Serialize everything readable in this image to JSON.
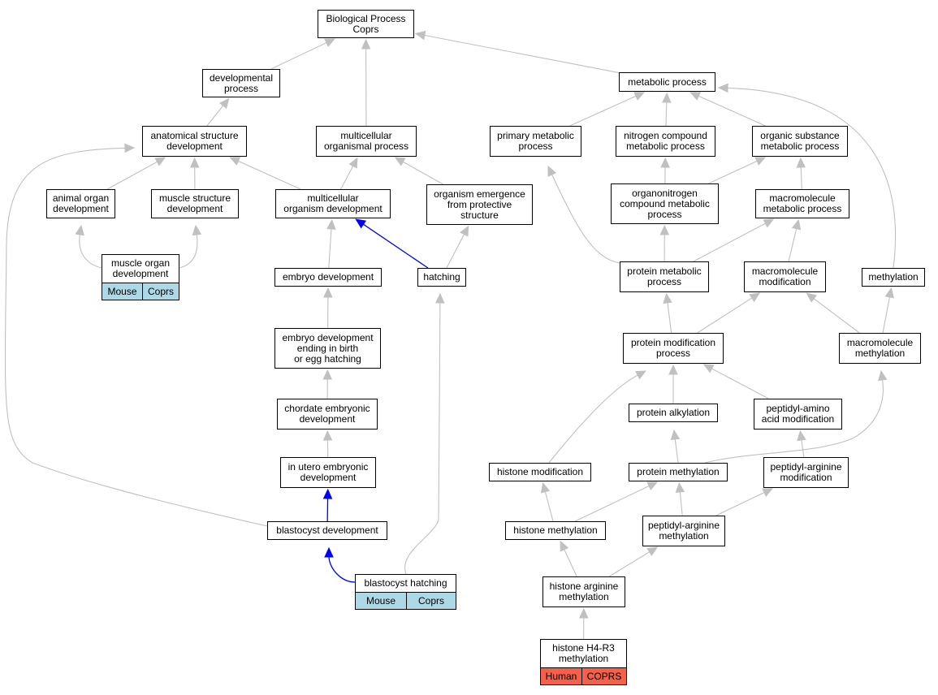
{
  "colors": {
    "edge": "#c0c0c0",
    "highlight_edge": "#0000ff",
    "mouse_tag": "#add8e6",
    "human_tag": "#f4604a"
  },
  "nodes": [
    {
      "id": "bp",
      "label": "Biological Process\nCoprs"
    },
    {
      "id": "dev",
      "label": "developmental\nprocess"
    },
    {
      "id": "met",
      "label": "metabolic process"
    },
    {
      "id": "asd",
      "label": "anatomical structure\ndevelopment"
    },
    {
      "id": "mcop",
      "label": "multicellular\norganismal process"
    },
    {
      "id": "pmp",
      "label": "primary metabolic\nprocess"
    },
    {
      "id": "ncmp",
      "label": "nitrogen compound\nmetabolic process"
    },
    {
      "id": "osmp",
      "label": "organic substance\nmetabolic process"
    },
    {
      "id": "aod",
      "label": "animal organ\ndevelopment"
    },
    {
      "id": "msd",
      "label": "muscle structure\ndevelopment"
    },
    {
      "id": "mcod",
      "label": "multicellular\norganism development"
    },
    {
      "id": "oem",
      "label": "organism emergence\nfrom protective\nstructure"
    },
    {
      "id": "oncmp",
      "label": "organonitrogen\ncompound metabolic\nprocess"
    },
    {
      "id": "mmp",
      "label": "macromolecule\nmetabolic process"
    },
    {
      "id": "mod",
      "label": "muscle organ\ndevelopment"
    },
    {
      "id": "ed",
      "label": "embryo development"
    },
    {
      "id": "hatch",
      "label": "hatching"
    },
    {
      "id": "prmp",
      "label": "protein metabolic\nprocess"
    },
    {
      "id": "mmod",
      "label": "macromolecule\nmodification"
    },
    {
      "id": "meth",
      "label": "methylation"
    },
    {
      "id": "edeb",
      "label": "embryo development\nending in birth\nor egg hatching"
    },
    {
      "id": "pmodp",
      "label": "protein modification\nprocess"
    },
    {
      "id": "mmeth",
      "label": "macromolecule\nmethylation"
    },
    {
      "id": "ced",
      "label": "chordate embryonic\ndevelopment"
    },
    {
      "id": "palk",
      "label": "protein alkylation"
    },
    {
      "id": "paam",
      "label": "peptidyl-amino\nacid modification"
    },
    {
      "id": "iued",
      "label": "in utero embryonic\ndevelopment"
    },
    {
      "id": "hmod",
      "label": "histone modification"
    },
    {
      "id": "pmeth",
      "label": "protein methylation"
    },
    {
      "id": "pargm",
      "label": "peptidyl-arginine\nmodification"
    },
    {
      "id": "bd",
      "label": "blastocyst development"
    },
    {
      "id": "hmeth",
      "label": "histone methylation"
    },
    {
      "id": "pargmeth",
      "label": "peptidyl-arginine\nmethylation"
    },
    {
      "id": "bh",
      "label": "blastocyst hatching"
    },
    {
      "id": "hameth",
      "label": "histone arginine\nmethylation"
    },
    {
      "id": "h4r3",
      "label": "histone H4-R3\nmethylation"
    }
  ],
  "tags": [
    {
      "id": "mod-mouse",
      "node": "mod",
      "label": "Mouse",
      "kind": "mouse"
    },
    {
      "id": "mod-coprs",
      "node": "mod",
      "label": "Coprs",
      "kind": "mouse"
    },
    {
      "id": "bh-mouse",
      "node": "bh",
      "label": "Mouse",
      "kind": "mouse"
    },
    {
      "id": "bh-coprs",
      "node": "bh",
      "label": "Coprs",
      "kind": "mouse"
    },
    {
      "id": "h4r3-human",
      "node": "h4r3",
      "label": "Human",
      "kind": "human"
    },
    {
      "id": "h4r3-coprs",
      "node": "h4r3",
      "label": "COPRS",
      "kind": "human"
    }
  ],
  "edges": [
    {
      "from": "dev",
      "to": "bp"
    },
    {
      "from": "mcop",
      "to": "bp"
    },
    {
      "from": "met",
      "to": "bp"
    },
    {
      "from": "asd",
      "to": "dev"
    },
    {
      "from": "pmp",
      "to": "met"
    },
    {
      "from": "ncmp",
      "to": "met"
    },
    {
      "from": "osmp",
      "to": "met"
    },
    {
      "from": "meth",
      "to": "met"
    },
    {
      "from": "aod",
      "to": "asd"
    },
    {
      "from": "msd",
      "to": "asd"
    },
    {
      "from": "mcod",
      "to": "asd"
    },
    {
      "from": "bd",
      "to": "asd"
    },
    {
      "from": "mcod",
      "to": "mcop"
    },
    {
      "from": "oem",
      "to": "mcop"
    },
    {
      "from": "mod",
      "to": "aod"
    },
    {
      "from": "mod",
      "to": "msd"
    },
    {
      "from": "ed",
      "to": "mcod"
    },
    {
      "from": "hatch",
      "to": "mcod",
      "highlight": true
    },
    {
      "from": "hatch",
      "to": "oem"
    },
    {
      "from": "oncmp",
      "to": "ncmp"
    },
    {
      "from": "oncmp",
      "to": "osmp"
    },
    {
      "from": "mmp",
      "to": "osmp"
    },
    {
      "from": "prmp",
      "to": "pmp"
    },
    {
      "from": "prmp",
      "to": "oncmp"
    },
    {
      "from": "prmp",
      "to": "mmp"
    },
    {
      "from": "mmod",
      "to": "mmp"
    },
    {
      "from": "pmodp",
      "to": "prmp"
    },
    {
      "from": "pmodp",
      "to": "mmod"
    },
    {
      "from": "mmeth",
      "to": "mmod"
    },
    {
      "from": "mmeth",
      "to": "meth"
    },
    {
      "from": "edeb",
      "to": "ed"
    },
    {
      "from": "ced",
      "to": "edeb"
    },
    {
      "from": "iued",
      "to": "ced"
    },
    {
      "from": "bd",
      "to": "iued",
      "highlight": true
    },
    {
      "from": "bh",
      "to": "bd",
      "highlight": true
    },
    {
      "from": "bh",
      "to": "hatch"
    },
    {
      "from": "hmod",
      "to": "pmodp"
    },
    {
      "from": "palk",
      "to": "pmodp"
    },
    {
      "from": "paam",
      "to": "pmodp"
    },
    {
      "from": "pmeth",
      "to": "palk"
    },
    {
      "from": "pmeth",
      "to": "mmeth"
    },
    {
      "from": "pargm",
      "to": "paam"
    },
    {
      "from": "hmeth",
      "to": "hmod"
    },
    {
      "from": "hmeth",
      "to": "pmeth"
    },
    {
      "from": "pargmeth",
      "to": "pmeth"
    },
    {
      "from": "pargmeth",
      "to": "pargm"
    },
    {
      "from": "hameth",
      "to": "hmeth"
    },
    {
      "from": "hameth",
      "to": "pargmeth"
    },
    {
      "from": "h4r3",
      "to": "hameth"
    }
  ]
}
